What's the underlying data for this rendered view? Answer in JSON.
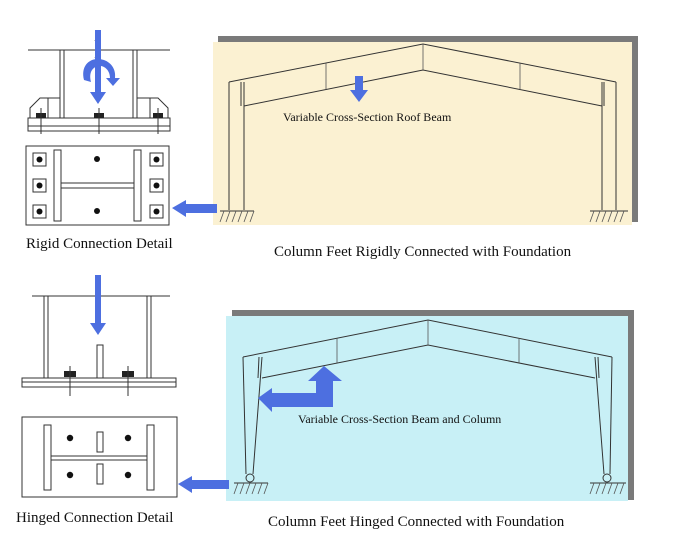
{
  "top_panel": {
    "connection_caption": "Rigid Connection Detail",
    "frame_caption": "Column Feet Rigidly Connected with Foundation",
    "frame_annotation": "Variable Cross-Section Roof Beam",
    "background_color": "#fbf1d2"
  },
  "bottom_panel": {
    "connection_caption": "Hinged Connection Detail",
    "frame_caption": "Column Feet Hinged Connected with Foundation",
    "frame_annotation": "Variable Cross-Section Beam and Column",
    "background_color": "#c8f0f6"
  },
  "colors": {
    "arrow": "#4d6fe0",
    "frame_shadow": "#7a7a7a",
    "line": "#333333"
  }
}
